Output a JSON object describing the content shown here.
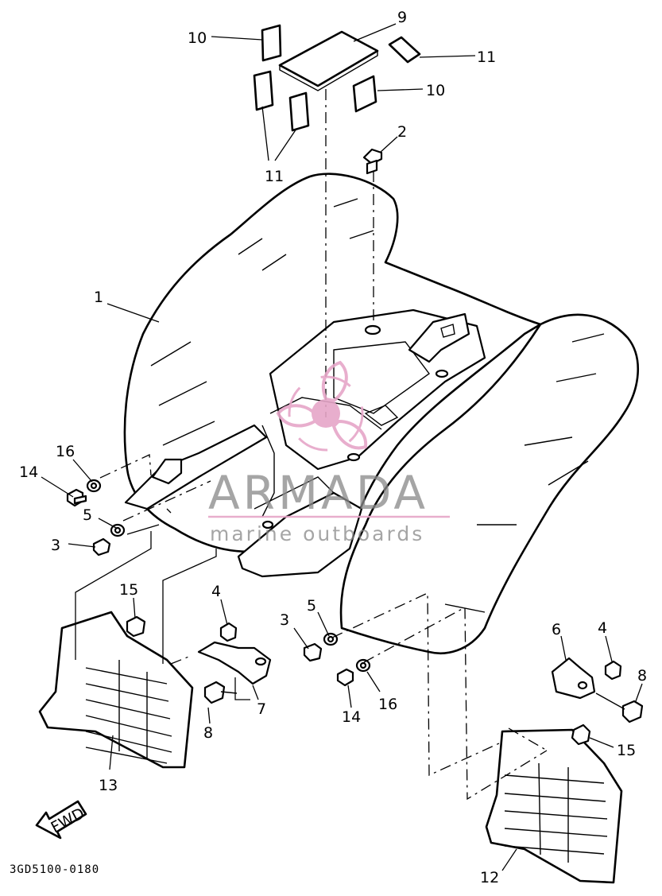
{
  "callouts": {
    "c1": "1",
    "c2": "2",
    "c3a": "3",
    "c3b": "3",
    "c4a": "4",
    "c4b": "4",
    "c5a": "5",
    "c5b": "5",
    "c6": "6",
    "c7": "7",
    "c8a": "8",
    "c8b": "8",
    "c9": "9",
    "c10a": "10",
    "c10b": "10",
    "c11a": "11",
    "c11b": "11",
    "c12": "12",
    "c13": "13",
    "c14a": "14",
    "c14b": "14",
    "c15a": "15",
    "c15b": "15",
    "c16a": "16",
    "c16b": "16"
  },
  "fwd_label": "FWD",
  "reference_code": "3GD5100-0180",
  "watermark": {
    "brand": "ARMADA",
    "tagline": "marine outboards",
    "color": "#e6a6c8"
  }
}
